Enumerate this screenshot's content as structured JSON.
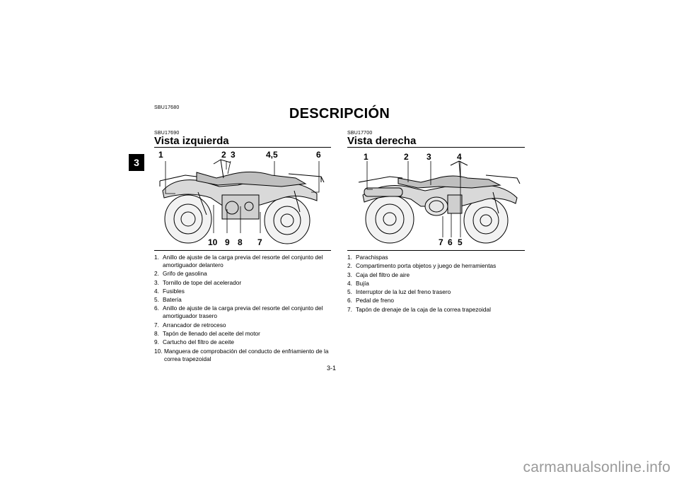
{
  "chapter_tab": "3",
  "section_code": "SBU17680",
  "page_title": "DESCRIPCIÓN",
  "left_view": {
    "code": "SBU17690",
    "heading": "Vista izquierda",
    "callouts_top": [
      "1",
      "2",
      "3",
      "4,5",
      "6"
    ],
    "callouts_bottom": [
      "10",
      "9",
      "8",
      "7"
    ],
    "items": [
      {
        "n": "1.",
        "text": "Anillo de ajuste de la carga previa del resorte del conjunto del amortiguador delantero"
      },
      {
        "n": "2.",
        "text": "Grifo de gasolina"
      },
      {
        "n": "3.",
        "text": "Tornillo de tope del acelerador"
      },
      {
        "n": "4.",
        "text": "Fusibles"
      },
      {
        "n": "5.",
        "text": "Batería"
      },
      {
        "n": "6.",
        "text": "Anillo de ajuste de la carga previa del resorte del conjunto del amortiguador trasero"
      },
      {
        "n": "7.",
        "text": "Arrancador de retroceso"
      },
      {
        "n": "8.",
        "text": "Tapón de llenado del aceite del motor"
      },
      {
        "n": "9.",
        "text": "Cartucho del filtro de aceite"
      },
      {
        "n": "10.",
        "text": "Manguera de comprobación del conducto de enfriamiento de la correa trapezoidal"
      }
    ]
  },
  "right_view": {
    "code": "SBU17700",
    "heading": "Vista derecha",
    "callouts_top": [
      "1",
      "2",
      "3",
      "4"
    ],
    "callouts_bottom": [
      "7",
      "6",
      "5"
    ],
    "items": [
      {
        "n": "1.",
        "text": "Parachispas"
      },
      {
        "n": "2.",
        "text": "Compartimento porta objetos y juego de herramientas"
      },
      {
        "n": "3.",
        "text": "Caja del filtro de aire"
      },
      {
        "n": "4.",
        "text": "Bujía"
      },
      {
        "n": "5.",
        "text": "Interruptor de la luz del freno trasero"
      },
      {
        "n": "6.",
        "text": "Pedal de freno"
      },
      {
        "n": "7.",
        "text": "Tapón de drenaje de la caja de la correa trapezoidal"
      }
    ]
  },
  "page_number": "3-1",
  "watermark": "carmanualsonline.info"
}
